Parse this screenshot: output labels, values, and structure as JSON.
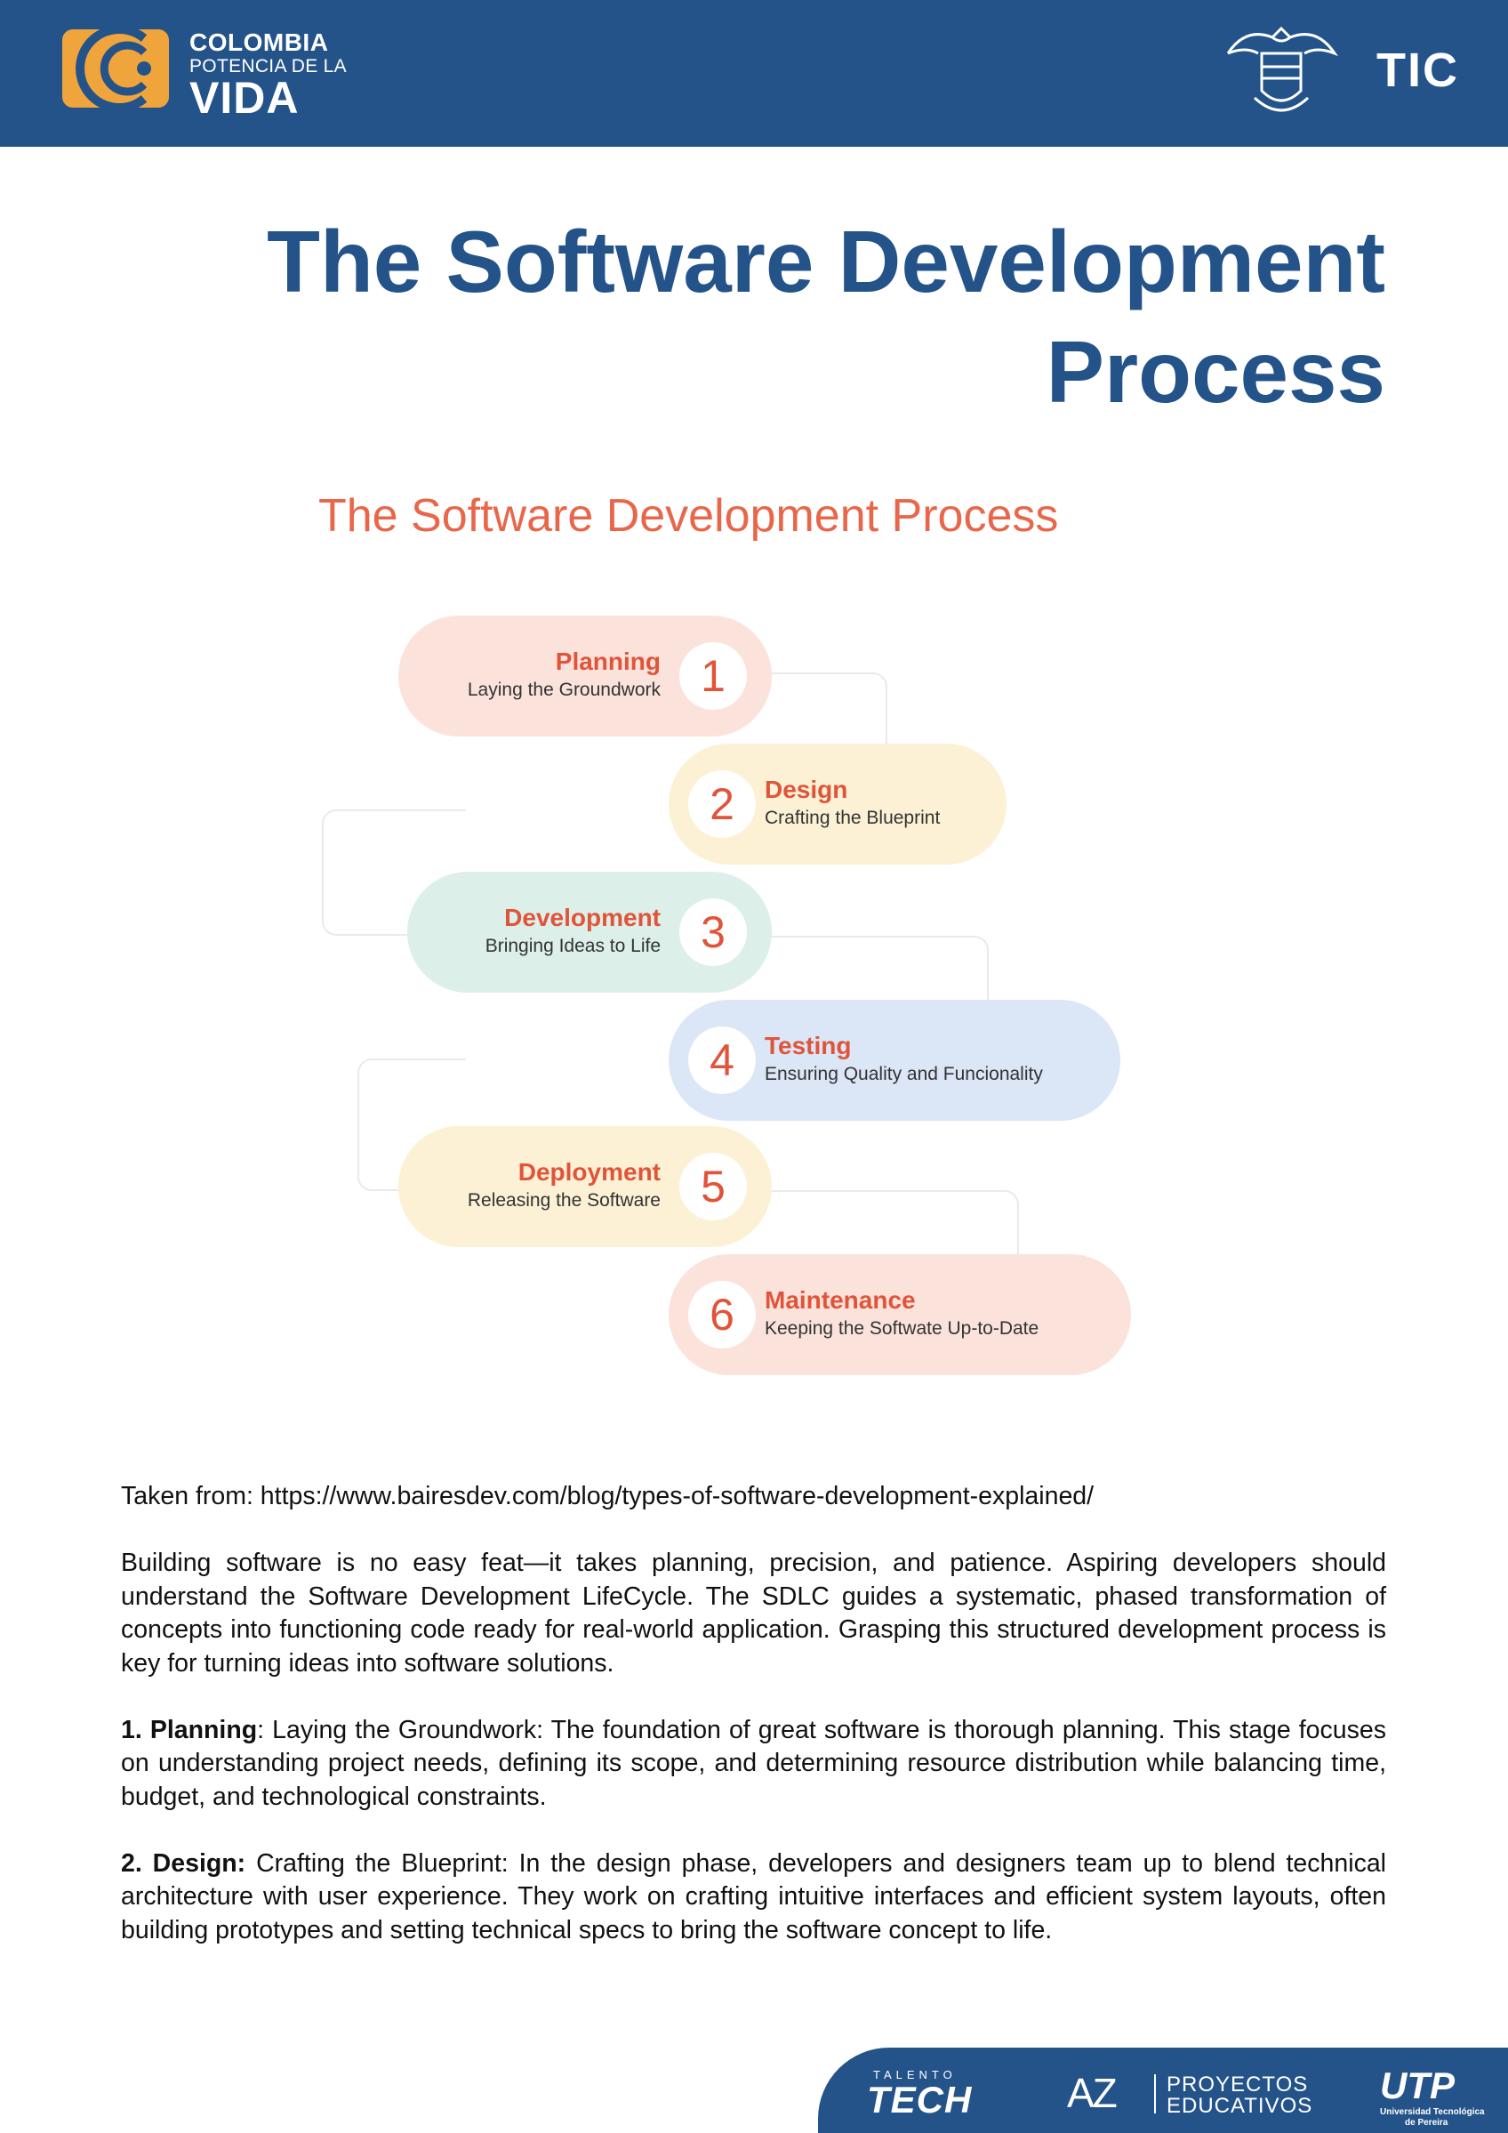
{
  "header": {
    "logo_left": {
      "line1": "COLOMBIA",
      "line2": "POTENCIA DE LA",
      "line3": "VIDA",
      "mark_color": "#f0a53c"
    },
    "logo_right": {
      "label": "TIC"
    },
    "background": "#24538a"
  },
  "title": {
    "line1": "The Software Development",
    "line2": "Process"
  },
  "diagram": {
    "title": "The Software Development Process",
    "steps": [
      {
        "number": "1",
        "stage": "Planning",
        "subtitle": "Laying the Groundwork",
        "color": "#fbe3dc"
      },
      {
        "number": "2",
        "stage": "Design",
        "subtitle": "Crafting the Blueprint",
        "color": "#fcf1d4"
      },
      {
        "number": "3",
        "stage": "Development",
        "subtitle": "Bringing Ideas to Life",
        "color": "#dcefe9"
      },
      {
        "number": "4",
        "stage": "Testing",
        "subtitle": "Ensuring Quality and Funcionality",
        "color": "#dbe6f7"
      },
      {
        "number": "5",
        "stage": "Deployment",
        "subtitle": "Releasing the Software",
        "color": "#fcf1d4"
      },
      {
        "number": "6",
        "stage": "Maintenance",
        "subtitle": "Keeping the Softwate Up-to-Date",
        "color": "#fbe3dc"
      }
    ]
  },
  "source": "Taken from: https://www.bairesdev.com/blog/types-of-software-development-explained/",
  "intro": "Building software is no easy feat—it takes planning, precision, and patience. Aspiring developers should understand the Software Development LifeCycle. The SDLC guides a systematic, phased transformation of concepts into functioning code ready for real-world application. Grasping this structured development process is key for turning ideas into software solutions.",
  "sections": [
    {
      "heading": "1. Planning",
      "text": ": Laying the Groundwork: The foundation of great software is thorough planning. This stage focuses on understanding project needs, defining its scope, and determining resource distribution while balancing time, budget, and technological constraints."
    },
    {
      "heading": "2. Design:",
      "text": " Crafting the Blueprint: In the design phase, developers and designers team up to blend technical architecture with user experience. They work on crafting intuitive interfaces and efficient system layouts, often building prototypes and setting technical specs to bring the software concept to life."
    }
  ],
  "footer": {
    "talento": "TALENTO",
    "tech": "TECH",
    "az": "AZ",
    "proyectos": "PROYECTOS",
    "educativos": "EDUCATIVOS",
    "utp": "UTP",
    "utp_line1": "Universidad Tecnológica",
    "utp_line2": "de Pereira"
  }
}
